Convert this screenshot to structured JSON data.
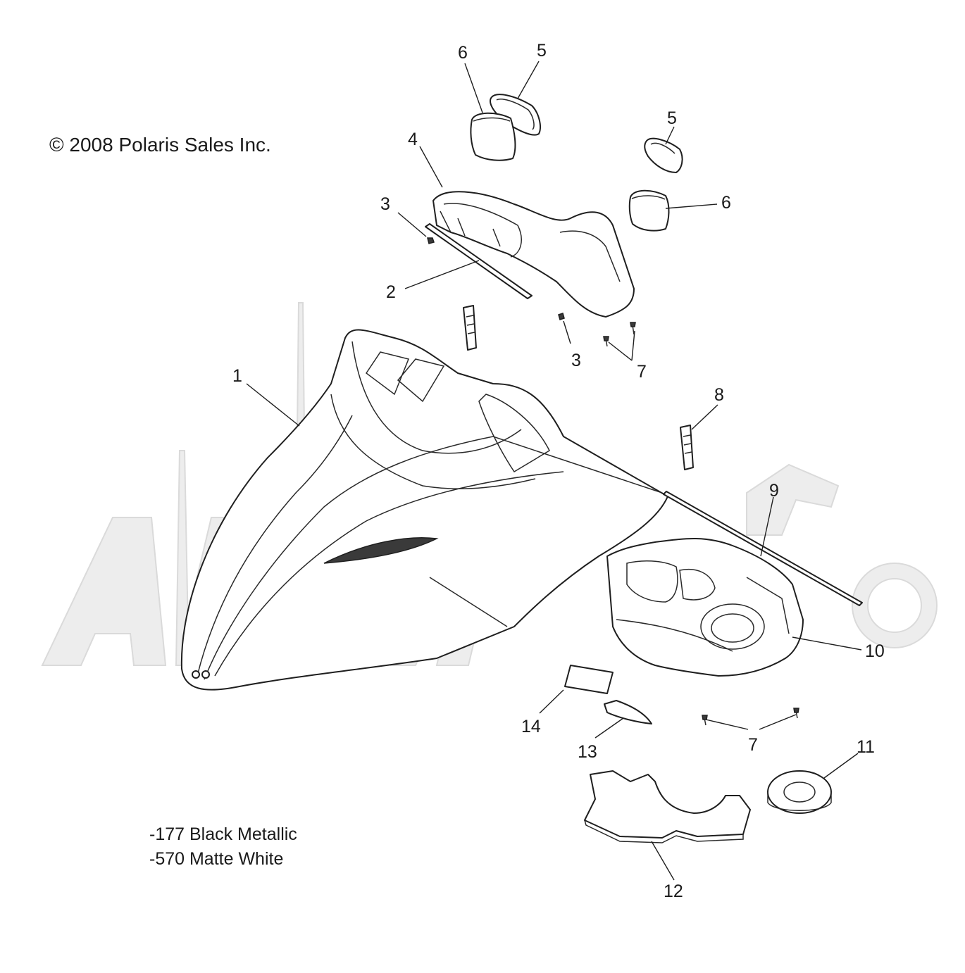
{
  "copyright": "© 2008 Polaris Sales Inc.",
  "colors": {
    "line": "#1f1f1f",
    "watermark": "#ececec"
  },
  "color_options": [
    "-177 Black Metallic",
    "-570 Matte White"
  ],
  "callouts": [
    {
      "id": "callout-1",
      "label": "1"
    },
    {
      "id": "callout-2",
      "label": "2"
    },
    {
      "id": "callout-3a",
      "label": "3"
    },
    {
      "id": "callout-3b",
      "label": "3"
    },
    {
      "id": "callout-4",
      "label": "4"
    },
    {
      "id": "callout-5a",
      "label": "5"
    },
    {
      "id": "callout-5b",
      "label": "5"
    },
    {
      "id": "callout-6a",
      "label": "6"
    },
    {
      "id": "callout-6b",
      "label": "6"
    },
    {
      "id": "callout-7a",
      "label": "7"
    },
    {
      "id": "callout-7b",
      "label": "7"
    },
    {
      "id": "callout-8",
      "label": "8"
    },
    {
      "id": "callout-9",
      "label": "9"
    },
    {
      "id": "callout-10",
      "label": "10"
    },
    {
      "id": "callout-11",
      "label": "11"
    },
    {
      "id": "callout-12",
      "label": "12"
    },
    {
      "id": "callout-13",
      "label": "13"
    },
    {
      "id": "callout-14",
      "label": "14"
    }
  ]
}
